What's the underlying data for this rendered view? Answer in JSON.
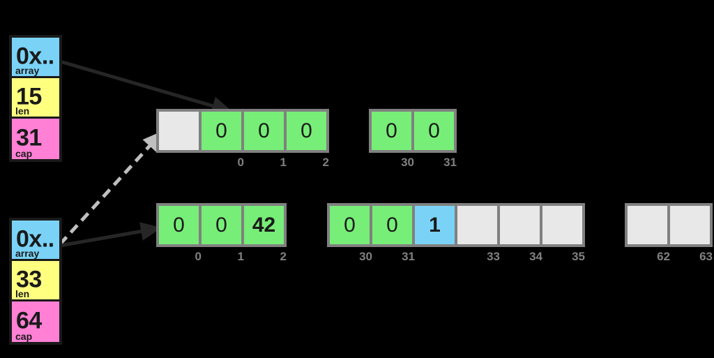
{
  "diagram": {
    "title": "slice-growth-memory-diagram",
    "colors": {
      "background": "#000000",
      "pointer_field": "#7ad3f7",
      "len_field": "#ffff80",
      "cap_field": "#ff80d5",
      "used_cell": "#77ee77",
      "new_cell": "#7ad3f7",
      "free_cell": "#e8e8e8",
      "frame": "#808080",
      "index_label": "#808080",
      "solid_arrow": "#262626",
      "dashed_arrow": "#bfbfbf"
    }
  },
  "structs": [
    {
      "id": "old-slice-header",
      "fields": [
        {
          "name": "array-field",
          "value": "0x..",
          "label": "array"
        },
        {
          "name": "len-field",
          "value": "15",
          "label": "len"
        },
        {
          "name": "cap-field",
          "value": "31",
          "label": "cap"
        }
      ]
    },
    {
      "id": "new-slice-header",
      "fields": [
        {
          "name": "array-field",
          "value": "0x..",
          "label": "array"
        },
        {
          "name": "len-field",
          "value": "33",
          "label": "len"
        },
        {
          "name": "cap-field",
          "value": "64",
          "label": "cap"
        }
      ]
    }
  ],
  "rows": [
    {
      "id": "old-backing-array",
      "segments": [
        {
          "id": "old-segment-head",
          "cells": [
            {
              "fill": "gray",
              "value": "",
              "index": "",
              "bold": false
            },
            {
              "fill": "green",
              "value": "0",
              "index": "0",
              "bold": false
            },
            {
              "fill": "green",
              "value": "0",
              "index": "1",
              "bold": false
            },
            {
              "fill": "green",
              "value": "0",
              "index": "2",
              "bold": false
            }
          ]
        },
        {
          "id": "old-segment-tail",
          "cells": [
            {
              "fill": "green",
              "value": "0",
              "index": "30",
              "bold": false
            },
            {
              "fill": "green",
              "value": "0",
              "index": "31",
              "bold": false
            }
          ]
        }
      ]
    },
    {
      "id": "new-backing-array",
      "segments": [
        {
          "id": "new-segment-head",
          "cells": [
            {
              "fill": "green",
              "value": "0",
              "index": "0",
              "bold": false
            },
            {
              "fill": "green",
              "value": "0",
              "index": "1",
              "bold": false
            },
            {
              "fill": "green",
              "value": "42",
              "index": "2",
              "bold": true
            }
          ]
        },
        {
          "id": "new-segment-middle",
          "cells": [
            {
              "fill": "green",
              "value": "0",
              "index": "30",
              "bold": false
            },
            {
              "fill": "green",
              "value": "0",
              "index": "31",
              "bold": false
            },
            {
              "fill": "blue",
              "value": "1",
              "index": "",
              "bold": true
            },
            {
              "fill": "gray",
              "value": "",
              "index": "33",
              "bold": false
            },
            {
              "fill": "gray",
              "value": "",
              "index": "34",
              "bold": false
            },
            {
              "fill": "gray",
              "value": "",
              "index": "35",
              "bold": false
            }
          ]
        },
        {
          "id": "new-segment-tail",
          "cells": [
            {
              "fill": "gray",
              "value": "",
              "index": "62",
              "bold": false
            },
            {
              "fill": "gray",
              "value": "",
              "index": "63",
              "bold": false
            }
          ]
        }
      ]
    }
  ]
}
